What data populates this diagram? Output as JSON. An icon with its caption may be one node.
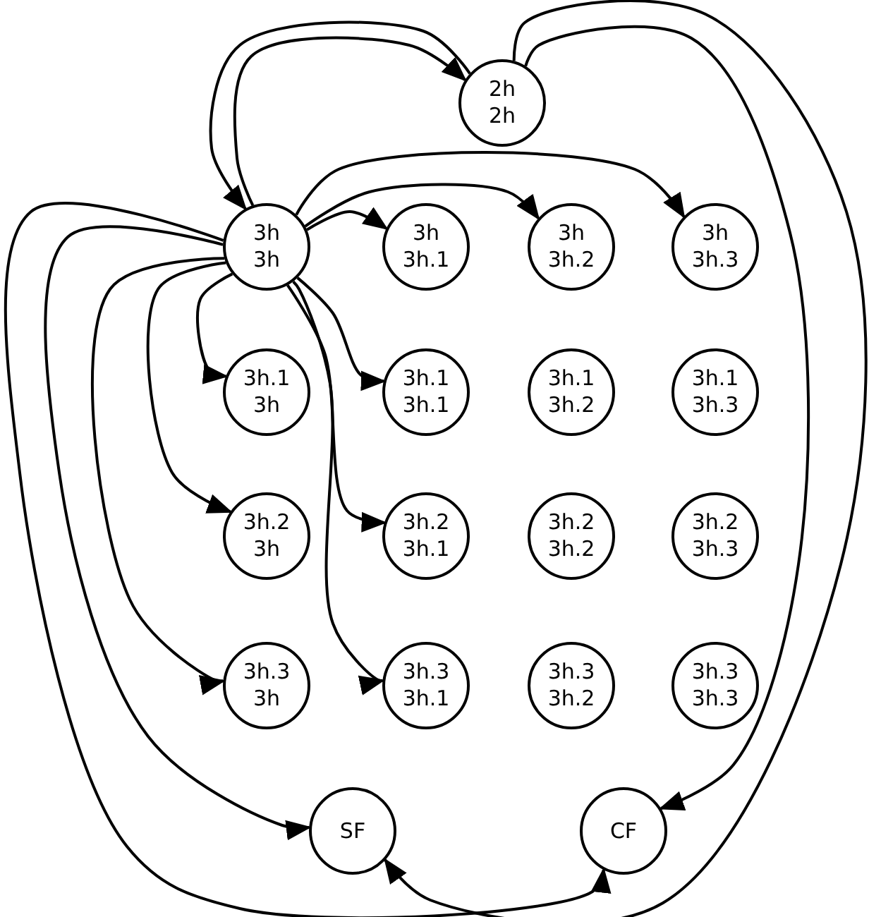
{
  "diagram": {
    "nodes": [
      {
        "text": [
          "2h",
          "2h"
        ]
      },
      {
        "text": [
          "3h",
          "3h"
        ]
      },
      {
        "text": [
          "3h",
          "3h.1"
        ]
      },
      {
        "text": [
          "3h",
          "3h.2"
        ]
      },
      {
        "text": [
          "3h",
          "3h.3"
        ]
      },
      {
        "text": [
          "3h.1",
          "3h"
        ]
      },
      {
        "text": [
          "3h.1",
          "3h.1"
        ]
      },
      {
        "text": [
          "3h.1",
          "3h.2"
        ]
      },
      {
        "text": [
          "3h.1",
          "3h.3"
        ]
      },
      {
        "text": [
          "3h.2",
          "3h"
        ]
      },
      {
        "text": [
          "3h.2",
          "3h.1"
        ]
      },
      {
        "text": [
          "3h.2",
          "3h.2"
        ]
      },
      {
        "text": [
          "3h.2",
          "3h.3"
        ]
      },
      {
        "text": [
          "3h.3",
          "3h"
        ]
      },
      {
        "text": [
          "3h.3",
          "3h.1"
        ]
      },
      {
        "text": [
          "3h.3",
          "3h.2"
        ]
      },
      {
        "text": [
          "3h.3",
          "3h.3"
        ]
      },
      {
        "text": [
          "SF"
        ]
      },
      {
        "text": [
          "CF"
        ]
      }
    ],
    "edges": [
      {
        "from": 0,
        "to": 1,
        "arrow": "to"
      },
      {
        "from": 1,
        "to": 0,
        "arrow": "to"
      },
      {
        "from": 1,
        "to": 2,
        "arrow": "to"
      },
      {
        "from": 1,
        "to": 3,
        "arrow": "to"
      },
      {
        "from": 1,
        "to": 4,
        "arrow": "to"
      },
      {
        "from": 1,
        "to": 5,
        "arrow": "to"
      },
      {
        "from": 1,
        "to": 6,
        "arrow": "to"
      },
      {
        "from": 1,
        "to": 9,
        "arrow": "to"
      },
      {
        "from": 1,
        "to": 10,
        "arrow": "to"
      },
      {
        "from": 1,
        "to": 13,
        "arrow": "to"
      },
      {
        "from": 1,
        "to": 14,
        "arrow": "to"
      },
      {
        "from": 1,
        "to": 17,
        "arrow": "to"
      },
      {
        "from": 1,
        "to": 18,
        "arrow": "to"
      },
      {
        "from": 0,
        "to": 18,
        "arrow": "to"
      },
      {
        "from": 0,
        "to": 17,
        "arrow": "to"
      }
    ]
  }
}
